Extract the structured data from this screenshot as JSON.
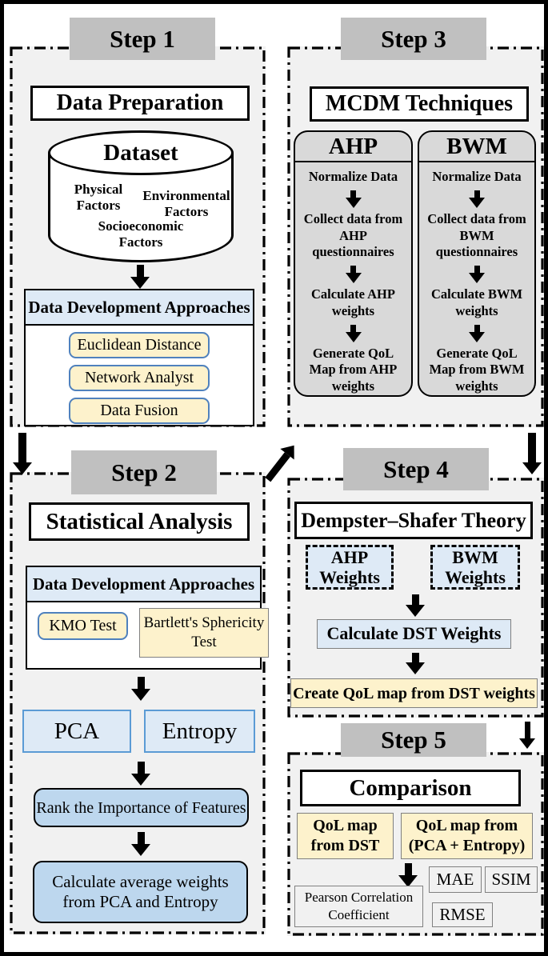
{
  "colors": {
    "panel_bg": "#F1F1F1",
    "step_header_bg": "#C0C0C0",
    "light_blue": "#DEEAF6",
    "medium_blue": "#BDD7EE",
    "yellow": "#FDF2CC",
    "yellow_border": "#4F81BD",
    "column_gray": "#D9D9D9",
    "gray_border": "#808080"
  },
  "step1": {
    "label": "Step 1",
    "title": "Data Preparation",
    "dataset_title": "Dataset",
    "factor_physical": "Physical Factors",
    "factor_environmental": "Environmental Factors",
    "factor_socioeconomic": "Socioeconomic Factors",
    "dda_title": "Data Development Approaches",
    "items": [
      "Euclidean Distance",
      "Network Analyst",
      "Data Fusion"
    ]
  },
  "step2": {
    "label": "Step 2",
    "title": "Statistical Analysis",
    "dda_title": "Data Development Approaches",
    "kmo": "KMO Test",
    "bartlett": "Bartlett's Sphericity Test",
    "pca": "PCA",
    "entropy": "Entropy",
    "rank": "Rank the Importance of Features",
    "average": "Calculate average weights from PCA and Entropy"
  },
  "step3": {
    "label": "Step 3",
    "title": "MCDM Techniques",
    "columns": [
      {
        "name": "AHP",
        "steps": [
          "Normalize Data",
          "Collect data from AHP questionnaires",
          "Calculate AHP weights",
          "Generate QoL Map from AHP weights"
        ]
      },
      {
        "name": "BWM",
        "steps": [
          "Normalize Data",
          "Collect data from BWM questionnaires",
          "Calculate BWM weights",
          "Generate QoL Map from BWM weights"
        ]
      }
    ]
  },
  "step4": {
    "label": "Step 4",
    "title": "Dempster–Shafer Theory",
    "ahp_weights": "AHP Weights",
    "bwm_weights": "BWM Weights",
    "calculate_dst": "Calculate DST Weights",
    "create_map": "Create QoL map from DST weights"
  },
  "step5": {
    "label": "Step 5",
    "title": "Comparison",
    "qol_dst": "QoL map from DST",
    "qol_pca_entropy": "QoL map from (PCA + Entropy)",
    "pearson": "Pearson Correlation Coefficient",
    "mae": "MAE",
    "ssim": "SSIM",
    "rmse": "RMSE"
  }
}
